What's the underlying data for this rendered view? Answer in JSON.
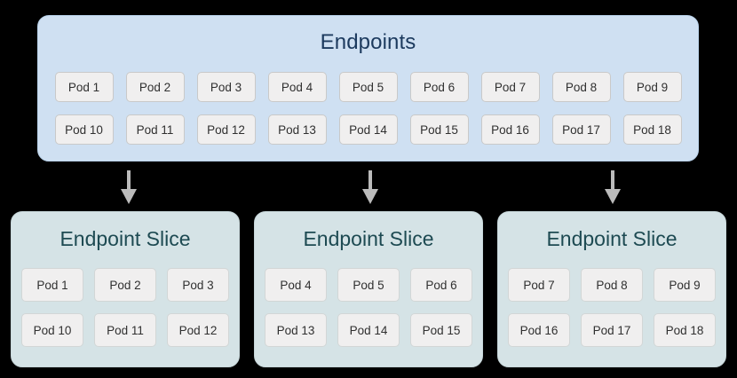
{
  "colors": {
    "page_background": "#000000",
    "endpoints_fill": "#cfe0f2",
    "endpoints_border": "#b9d2ea",
    "endpoints_title": "#1c3a5e",
    "slice_fill": "#d5e3e6",
    "slice_border": "#c6d6d9",
    "slice_title": "#1d4a52",
    "pod_fill": "#f0efef",
    "pod_border": "#c9c9c9",
    "pod_text": "#303030",
    "arrow": "#bbbbbb"
  },
  "endpoints": {
    "title": "Endpoints",
    "rows": [
      [
        "Pod 1",
        "Pod 2",
        "Pod 3",
        "Pod 4",
        "Pod 5",
        "Pod 6",
        "Pod 7",
        "Pod 8",
        "Pod 9"
      ],
      [
        "Pod 10",
        "Pod 11",
        "Pod 12",
        "Pod 13",
        "Pod 14",
        "Pod 15",
        "Pod 16",
        "Pod 17",
        "Pod 18"
      ]
    ]
  },
  "arrows": [
    {
      "name": "arrow-to-slice-1",
      "direction": "down"
    },
    {
      "name": "arrow-to-slice-2",
      "direction": "down"
    },
    {
      "name": "arrow-to-slice-3",
      "direction": "down"
    }
  ],
  "slices": [
    {
      "title": "Endpoint Slice",
      "rows": [
        [
          "Pod 1",
          "Pod 2",
          "Pod 3"
        ],
        [
          "Pod 10",
          "Pod 11",
          "Pod 12"
        ]
      ]
    },
    {
      "title": "Endpoint Slice",
      "rows": [
        [
          "Pod 4",
          "Pod 5",
          "Pod 6"
        ],
        [
          "Pod 13",
          "Pod 14",
          "Pod 15"
        ]
      ]
    },
    {
      "title": "Endpoint Slice",
      "rows": [
        [
          "Pod 7",
          "Pod 8",
          "Pod 9"
        ],
        [
          "Pod 16",
          "Pod 17",
          "Pod 18"
        ]
      ]
    }
  ]
}
